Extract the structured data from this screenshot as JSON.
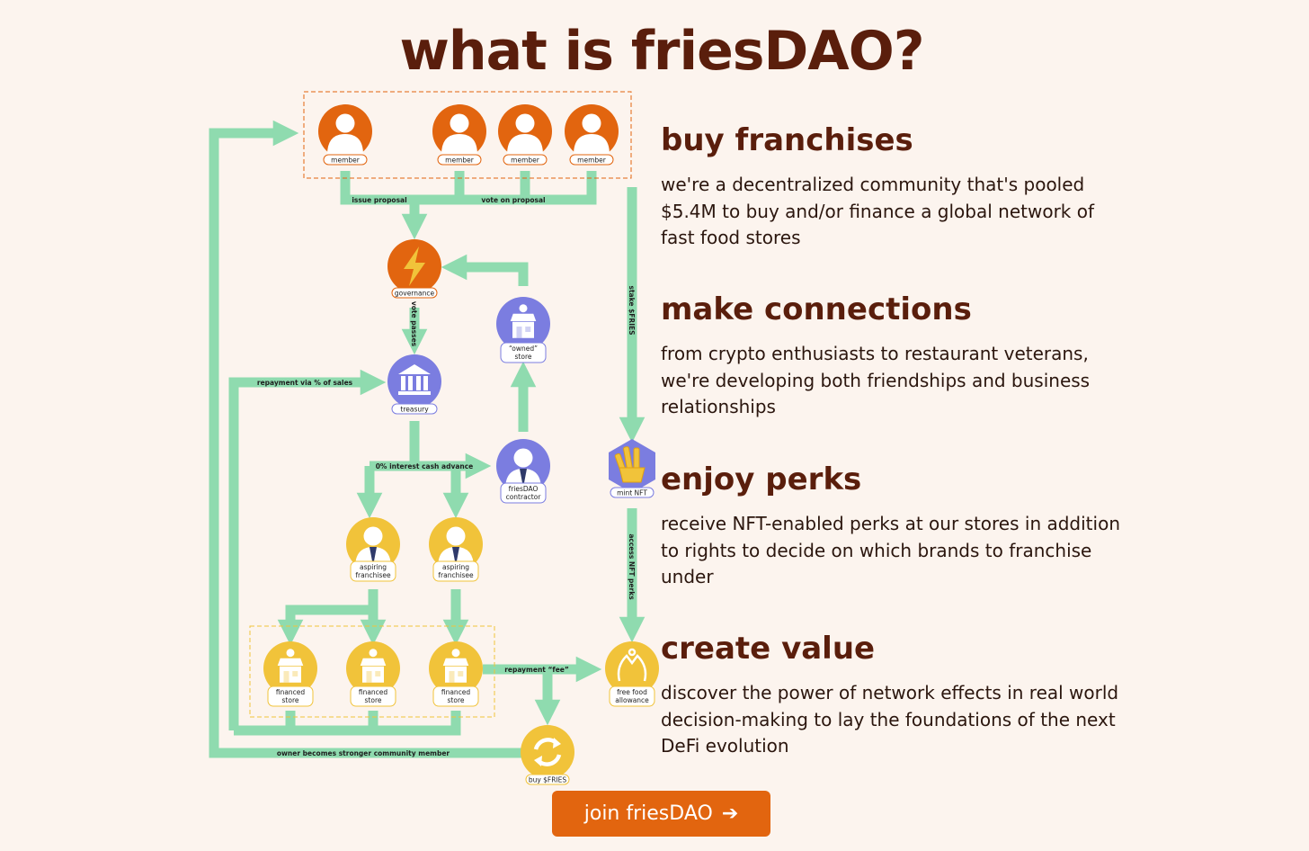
{
  "title": "what is friesDAO?",
  "sections": [
    {
      "heading": "buy franchises",
      "body": "we're a decentralized community that's pooled $5.4M to buy and/or finance a global network of fast food stores"
    },
    {
      "heading": "make connections",
      "body": "from crypto enthusiasts to restaurant veterans, we're developing both friendships and business relationships"
    },
    {
      "heading": "enjoy perks",
      "body": "receive NFT-enabled perks at our stores in addition to rights to decide on which brands to franchise under"
    },
    {
      "heading": "create value",
      "body": "discover the power of network effects in real world decision-making to lay the foundations of the next DeFi evolution"
    }
  ],
  "cta": {
    "label": "join friesDAO",
    "arrow": "➔"
  },
  "diagram": {
    "nodes": {
      "member": "member",
      "governance": "governance",
      "owned_store": [
        "“owned”",
        "store"
      ],
      "treasury": "treasury",
      "contractor": [
        "friesDAO",
        "contractor"
      ],
      "aspiring": [
        "aspiring",
        "franchisee"
      ],
      "financed": [
        "financed",
        "store"
      ],
      "mint_nft": "mint NFT",
      "free_food": [
        "free food",
        "allowance"
      ],
      "buy_fries": "buy $FRIES"
    },
    "edges": {
      "issue_proposal": "issue proposal",
      "vote_on_proposal": "vote on proposal",
      "vote_passes": "vote passes",
      "repayment_sales": "repayment via % of sales",
      "cash_advance": "0% interest cash advance",
      "stake": "stake $FRIES",
      "access_perks": "access NFT perks",
      "repayment_fee": "repayment “fee”",
      "owner_member": "owner becomes stronger community member"
    }
  },
  "colors": {
    "background": "#fcf4ee",
    "heading": "#5a1e0c",
    "accent_orange": "#e2650f",
    "flow_green": "#8fdbaf",
    "purple": "#7b7de0",
    "yellow": "#f1c33a"
  }
}
